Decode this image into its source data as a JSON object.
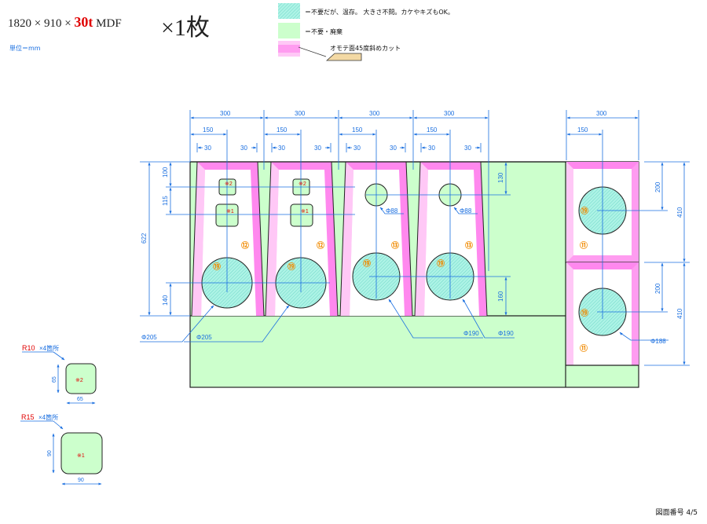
{
  "header": {
    "dimensions": "1820 × 910 ×",
    "thickness": "30t",
    "material": "MDF",
    "quantity": "×1枚",
    "unit_note": "単位＝mm"
  },
  "legend": {
    "keep": "＝不要だが、温存。 大きさ不問。カケやキズもOK。",
    "discard": "＝不要・廃棄",
    "bevel": "オモテ面45度斜めカット"
  },
  "colors": {
    "dim_blue": "#1a6fe0",
    "discard_green": "#ccffcc",
    "bevel_pink": "#ff88ee",
    "bevel_light": "#ffc8f6",
    "keep_cyan": "#9ff0e0",
    "label_orange": "#f08a00",
    "note_red": "#e00000"
  },
  "dimensions": {
    "width_300": "300",
    "width_150": "150",
    "inset_30": "30",
    "h_100": "100",
    "h_115": "115",
    "h_622": "622",
    "h_140": "140",
    "h_130": "130",
    "h_160": "160",
    "h_200": "200",
    "h_410": "410"
  },
  "holes": {
    "d205": "Φ205",
    "d190": "Φ190",
    "d88": "Φ88",
    "d188": "Φ188"
  },
  "parts": {
    "p12": "⑫",
    "p13": "⑬",
    "p11": "⑪",
    "p19": "⑲",
    "m1": "※1",
    "m2": "※2"
  },
  "details": {
    "r10": "R10",
    "r15": "R15",
    "x4": "×4箇所",
    "d65": "65",
    "d90": "90"
  },
  "footer": {
    "drawing_no": "図面番号 4/5"
  }
}
